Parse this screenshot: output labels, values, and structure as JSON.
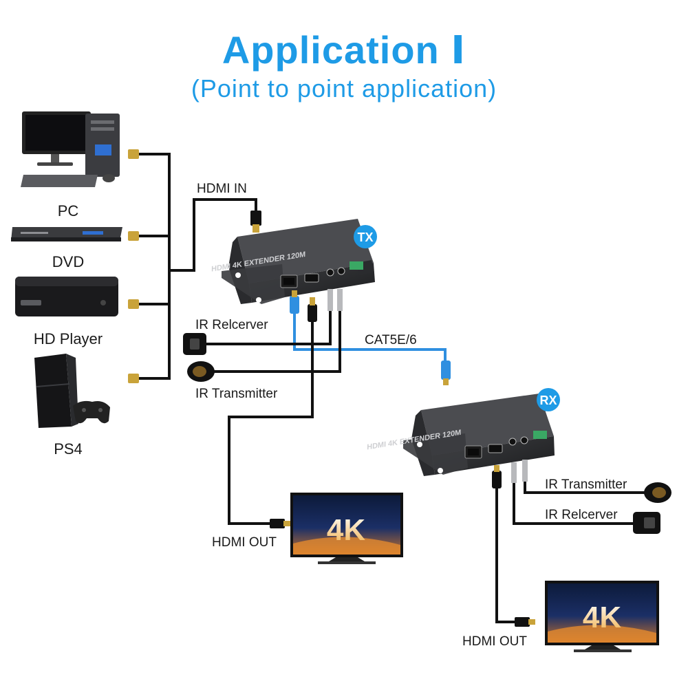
{
  "title": "Application Ⅰ",
  "subtitle": "(Point to point application)",
  "sources": {
    "pc": "PC",
    "dvd": "DVD",
    "hd_player": "HD Player",
    "ps4": "PS4"
  },
  "labels": {
    "hdmi_in": "HDMI IN",
    "ir_receiver_tx": "IR Relcerver",
    "ir_transmitter_tx": "IR Transmitter",
    "cat": "CAT5E/6",
    "hdmi_out_tx": "HDMI OUT",
    "ir_transmitter_rx": "IR Transmitter",
    "ir_receiver_rx": "IR Relcerver",
    "hdmi_out_rx": "HDMI OUT"
  },
  "badges": {
    "tx": "TX",
    "rx": "RX"
  },
  "device": {
    "model_text": "HDMI 4K EXTENDER 120M"
  },
  "tv": {
    "screen_text": "4K"
  },
  "colors": {
    "accent": "#1e9be6",
    "cable": "#111111",
    "device": "#2a2b2d",
    "lan_cable": "#2f8fe0"
  }
}
